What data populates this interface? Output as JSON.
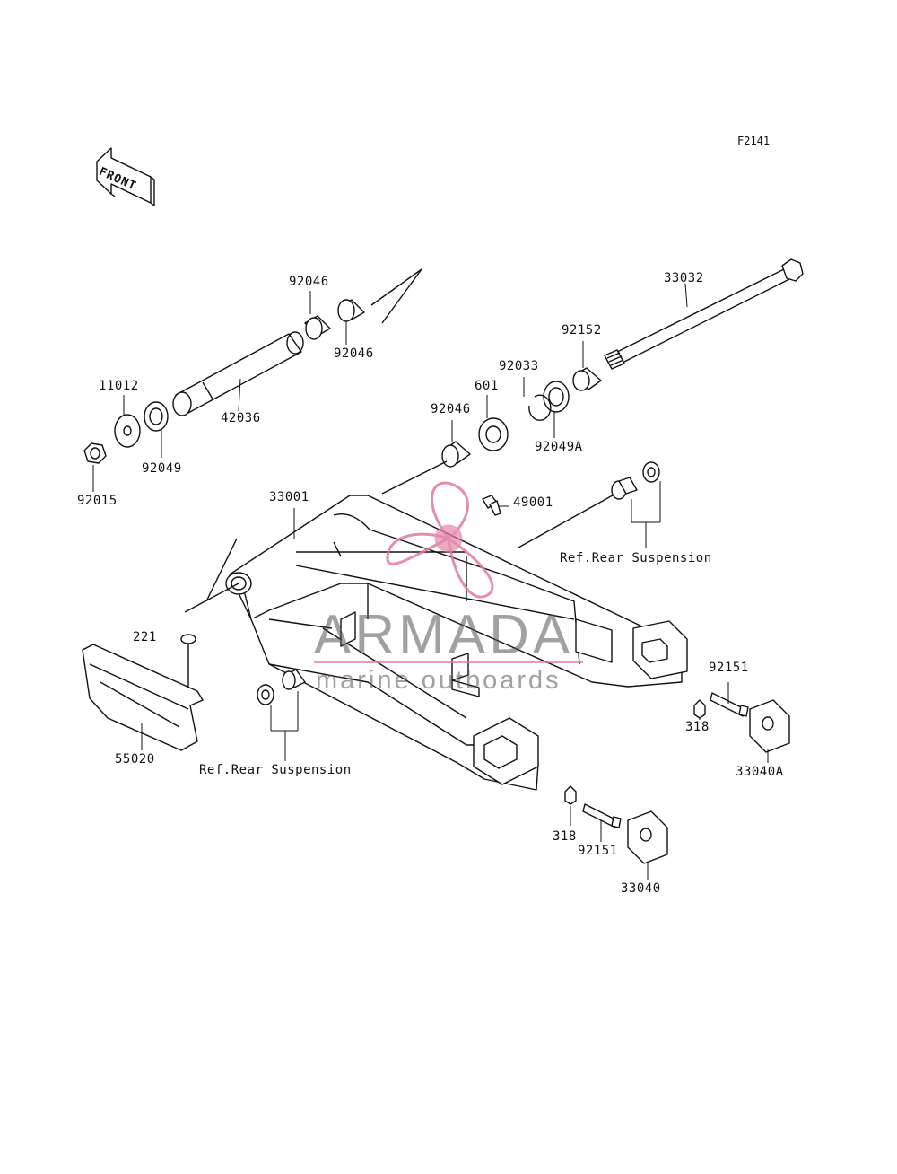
{
  "figure_code": "F2141",
  "front_label": "FRONT",
  "watermark": {
    "title": "ARMADA",
    "subtitle": "marine outboards",
    "logo_color": "#e07aa0"
  },
  "parts": {
    "p33032": "33032",
    "p92046_top": "92046",
    "p92046_mid": "92046",
    "p92046_lower": "92046",
    "p92152": "92152",
    "p92033": "92033",
    "p601": "601",
    "p11012": "11012",
    "p42036": "42036",
    "p92049": "92049",
    "p92049A": "92049A",
    "p92015": "92015",
    "p33001": "33001",
    "p49001": "49001",
    "p221": "221",
    "p55020": "55020",
    "p92151_right": "92151",
    "p318_right": "318",
    "p33040A": "33040A",
    "p318_bottom": "318",
    "p92151_bottom": "92151",
    "p33040": "33040"
  },
  "refs": {
    "ref_rear_suspension_right": "Ref.Rear Suspension",
    "ref_rear_suspension_left": "Ref.Rear Suspension"
  }
}
